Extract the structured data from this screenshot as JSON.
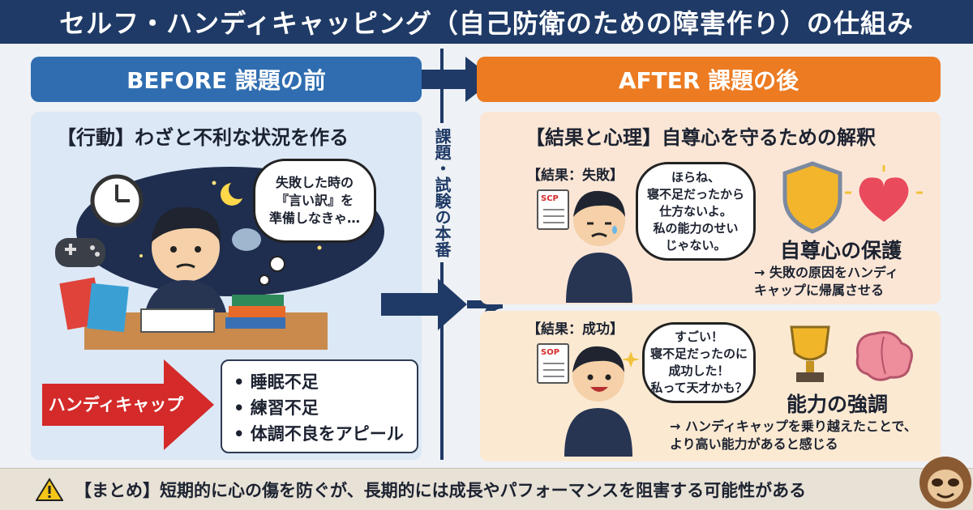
{
  "title": "セルフ・ハンディキャッピング（自己防衛のための障害作り）の仕組み",
  "before": {
    "header": "BEFORE 課題の前",
    "heading": "【行動】わざと不利な状況を作る",
    "thought": "失敗した時の\n『言い訳』を\n準備しなきゃ…",
    "handicap_label": "ハンディキャップ",
    "list": [
      "睡眠不足",
      "練習不足",
      "体調不良をアピール"
    ]
  },
  "divider_label": "課題・試験の本番",
  "after": {
    "header": "AFTER 課題の後",
    "heading": "【結果と心理】自尊心を守るための解釈",
    "failure": {
      "label": "【結果：失敗】",
      "doc_label": "SCP",
      "speech": "ほらね、\n寝不足だったから\n仕方ないよ。\n私の能力のせい\nじゃない。",
      "concept_title": "自尊心の保護",
      "concept_desc": "→ 失敗の原因をハンディ\nキャップに帰属させる"
    },
    "success": {
      "label": "【結果：成功】",
      "doc_label": "SOP",
      "speech": "すごい！\n寝不足だったのに\n成功した！\n私って天才かも？",
      "concept_title": "能力の強調",
      "concept_desc": "→ ハンディキャップを乗り越えたことで、\nより高い能力があると感じる"
    }
  },
  "summary": "【まとめ】短期的に心の傷を防ぐが、長期的には成長やパフォーマンスを阻害する可能性がある",
  "icons": [
    "clock-icon",
    "moon-icon",
    "gamepad-icon",
    "books-icon",
    "shield-icon",
    "heart-icon",
    "trophy-icon",
    "brain-icon",
    "warning-icon",
    "sloth-icon"
  ],
  "colors": {
    "title_bg": "#1f3a66",
    "before": "#2f6db0",
    "after": "#ec7b22",
    "handicap": "#d42a2a"
  }
}
